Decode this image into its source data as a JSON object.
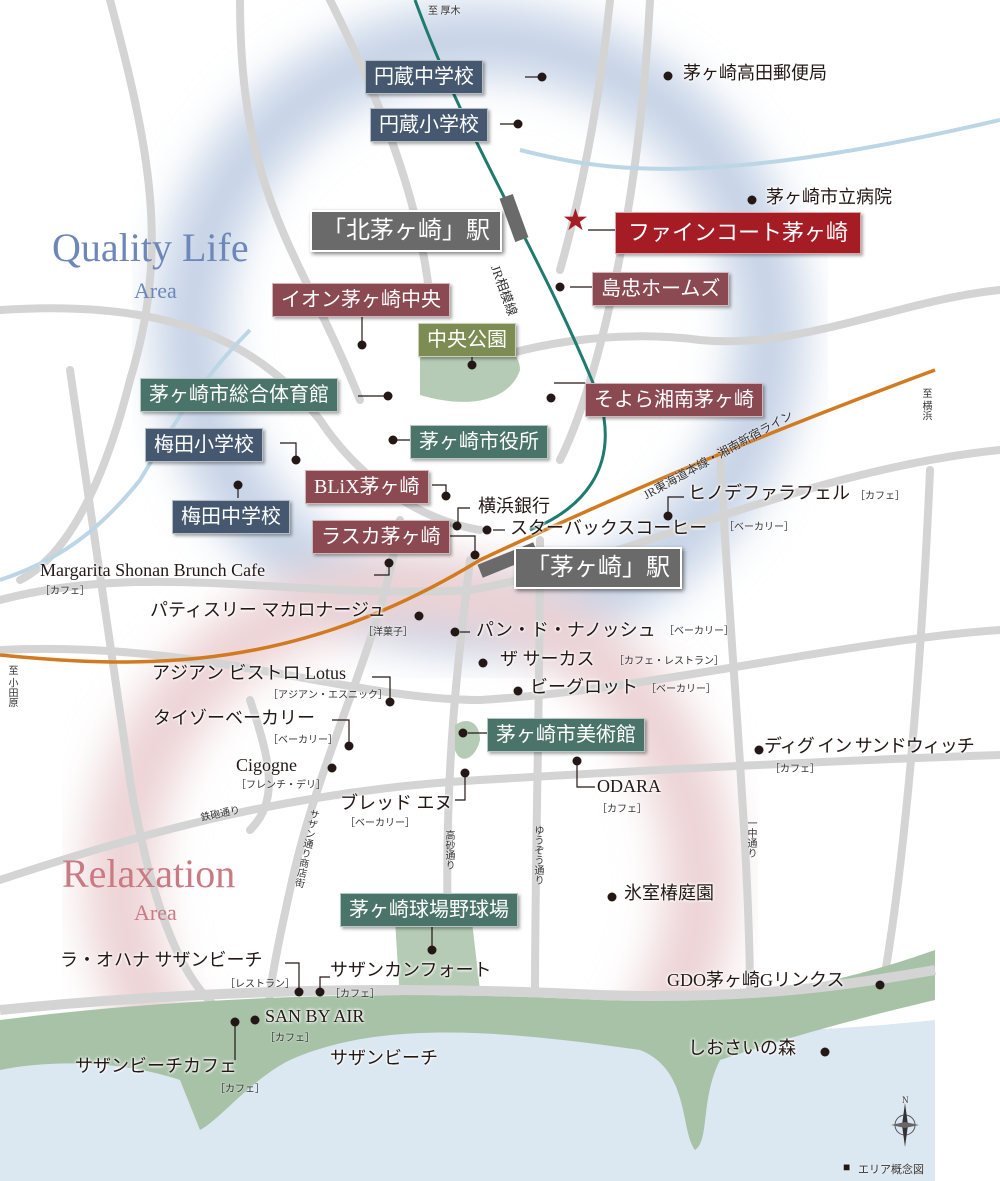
{
  "colors": {
    "school": "#45586f",
    "commercial": "#8b4a51",
    "public": "#4a7469",
    "park": "#7d8c52",
    "property": "#a51c24",
    "station": "#6a6a6a",
    "jr_sagami": "#1e7b6e",
    "jr_tokaido": "#d27a1f",
    "quality_area": "#6d87b8",
    "relaxation_area": "#c97a82"
  },
  "areas": {
    "quality": {
      "title": "Quality Life",
      "sub": "Area"
    },
    "relaxation": {
      "title": "Relaxation",
      "sub": "Area"
    }
  },
  "property": {
    "label": "ファインコート茅ヶ崎",
    "icon": "star-icon"
  },
  "stations": [
    "「北茅ヶ崎」駅",
    "「茅ヶ崎」駅"
  ],
  "boxed_labels": [
    {
      "label": "円蔵中学校",
      "type": "school"
    },
    {
      "label": "円蔵小学校",
      "type": "school"
    },
    {
      "label": "梅田小学校",
      "type": "school"
    },
    {
      "label": "梅田中学校",
      "type": "school"
    },
    {
      "label": "イオン茅ヶ崎中央",
      "type": "commercial"
    },
    {
      "label": "BLiX茅ヶ崎",
      "type": "commercial"
    },
    {
      "label": "ラスカ茅ヶ崎",
      "type": "commercial"
    },
    {
      "label": "島忠ホームズ",
      "type": "commercial"
    },
    {
      "label": "そよら湘南茅ヶ崎",
      "type": "commercial"
    },
    {
      "label": "茅ヶ崎市総合体育館",
      "type": "public"
    },
    {
      "label": "茅ヶ崎市役所",
      "type": "public"
    },
    {
      "label": "茅ヶ崎市美術館",
      "type": "public"
    },
    {
      "label": "茅ヶ崎球場野球場",
      "type": "public"
    },
    {
      "label": "中央公園",
      "type": "park"
    }
  ],
  "pois": [
    {
      "label": "茅ヶ崎高田郵便局",
      "tag": ""
    },
    {
      "label": "茅ヶ崎市立病院",
      "tag": ""
    },
    {
      "label": "横浜銀行",
      "tag": ""
    },
    {
      "label": "スターバックスコーヒー",
      "tag": "［ベーカリー］"
    },
    {
      "label": "ヒノデファラフェル",
      "tag": "［カフェ］"
    },
    {
      "label": "Margarita Shonan Brunch Cafe",
      "tag": "［カフェ］"
    },
    {
      "label": "パティスリー マカロナージュ",
      "tag": "［洋菓子］"
    },
    {
      "label": "パン・ド・ナノッシュ",
      "tag": "［ベーカリー］"
    },
    {
      "label": "ザ サーカス",
      "tag": "［カフェ・レストラン］"
    },
    {
      "label": "ビーグロット",
      "tag": "［ベーカリー］"
    },
    {
      "label": "アジアン ビストロ Lotus",
      "tag": "［アジアン・エスニック］"
    },
    {
      "label": "タイゾーベーカリー",
      "tag": "［ベーカリー］"
    },
    {
      "label": "Cigogne",
      "tag": "［フレンチ・デリ］"
    },
    {
      "label": "ブレッド エヌ",
      "tag": "［ベーカリー］"
    },
    {
      "label": "ODARA",
      "tag": "［カフェ］"
    },
    {
      "label": "ディグ イン サンドウィッチ",
      "tag": "［カフェ］"
    },
    {
      "label": "氷室椿庭園",
      "tag": ""
    },
    {
      "label": "GDO茅ヶ崎Gリンクス",
      "tag": ""
    },
    {
      "label": "しおさいの森",
      "tag": ""
    },
    {
      "label": "ラ・オハナ サザンビーチ",
      "tag": "［レストラン］"
    },
    {
      "label": "サザンカンフォート",
      "tag": "［カフェ］"
    },
    {
      "label": "SAN BY AIR",
      "tag": "［カフェ］"
    },
    {
      "label": "サザンビーチカフェ",
      "tag": "［カフェ］"
    },
    {
      "label": "サザンビーチ",
      "tag": ""
    }
  ],
  "roads": [
    "至 厚木",
    "至 横浜",
    "至 小田原",
    "JR相模線",
    "JR東海道本線・湘南新宿ライン",
    "鉄砲通り",
    "サザン通り商店街",
    "高砂通り",
    "ゆうぞう通り",
    "一中通り"
  ],
  "legend": {
    "marker": "■",
    "label": "エリア概念図"
  },
  "compass": {
    "north": "N"
  }
}
